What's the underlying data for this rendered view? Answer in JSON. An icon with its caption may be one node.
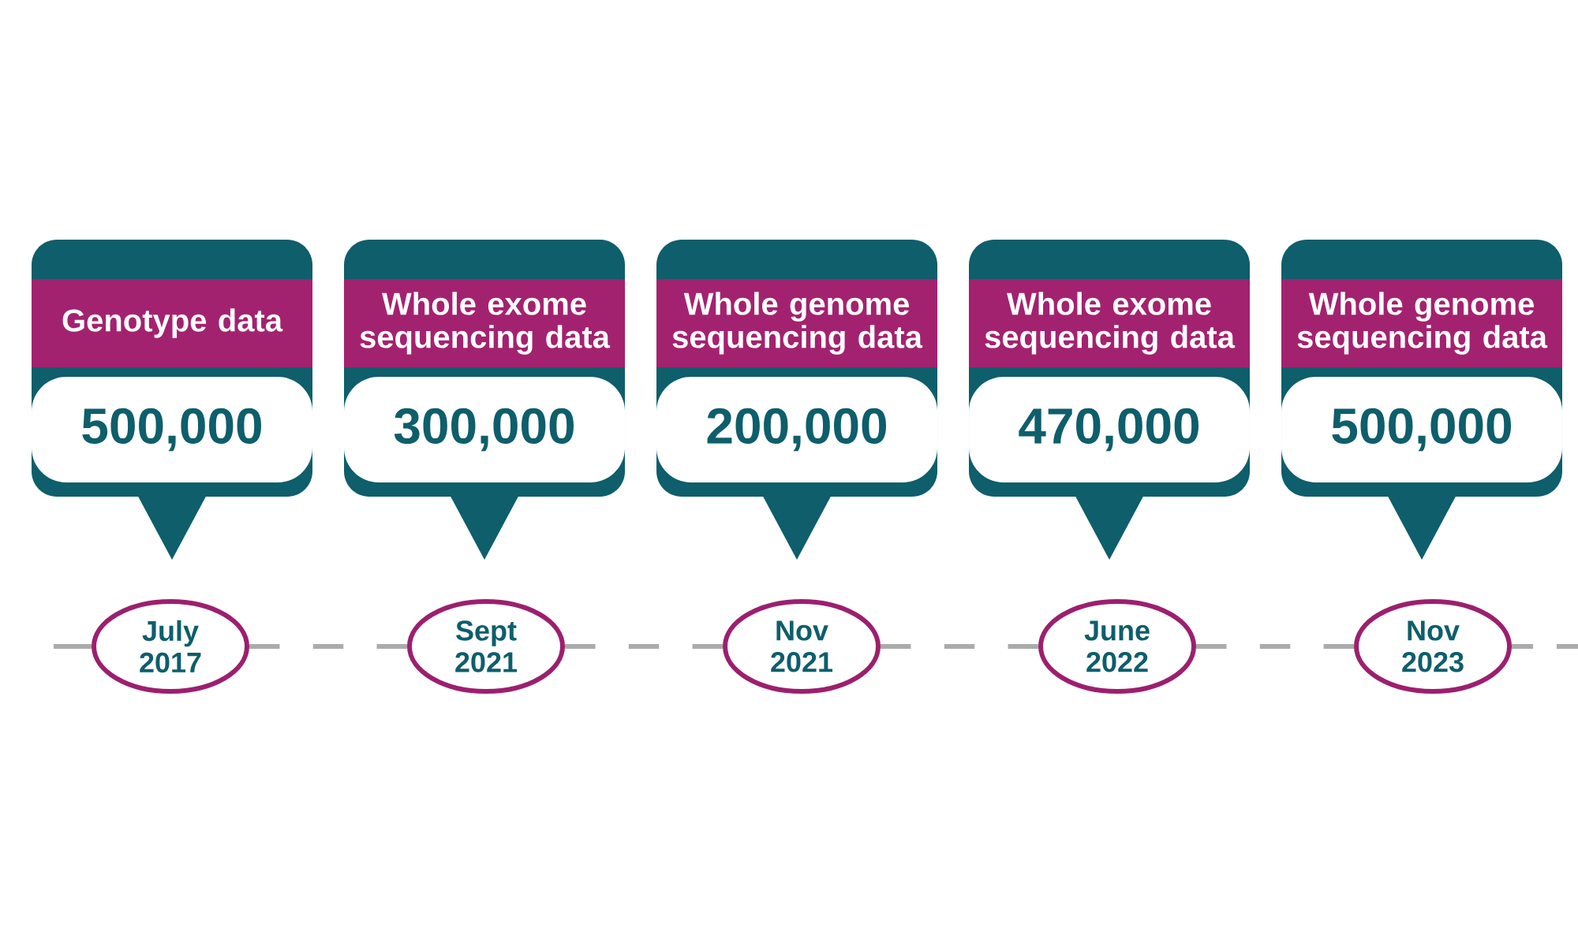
{
  "diagram": {
    "nodes": [
      {
        "text": [
          "Genotype data",
          "500,000"
        ]
      },
      {
        "text": [
          "Whole exome sequencing data",
          "300,000"
        ]
      },
      {
        "text": [
          "Whole genome sequencing data",
          "200,000"
        ]
      },
      {
        "text": [
          "Whole exome sequencing data",
          "470,000"
        ]
      },
      {
        "text": [
          "Whole genome sequencing data",
          "500,000"
        ]
      },
      {
        "text": [
          "July 2017"
        ]
      },
      {
        "text": [
          "Sept 2021"
        ]
      },
      {
        "text": [
          "Nov 2021"
        ]
      },
      {
        "text": [
          "June 2022"
        ]
      },
      {
        "text": [
          "Nov 2023"
        ]
      }
    ],
    "edges": [
      {
        "from": null,
        "to": 5,
        "arrow": "none",
        "style": "dashed"
      },
      {
        "from": 5,
        "to": 6,
        "arrow": "none",
        "style": "dashed"
      },
      {
        "from": 6,
        "to": 7,
        "arrow": "none",
        "style": "dashed"
      },
      {
        "from": 7,
        "to": 8,
        "arrow": "none",
        "style": "dashed"
      },
      {
        "from": 8,
        "to": 9,
        "arrow": "none",
        "style": "dashed"
      },
      {
        "from": 9,
        "to": null,
        "arrow": "none",
        "style": "dashed"
      }
    ]
  }
}
